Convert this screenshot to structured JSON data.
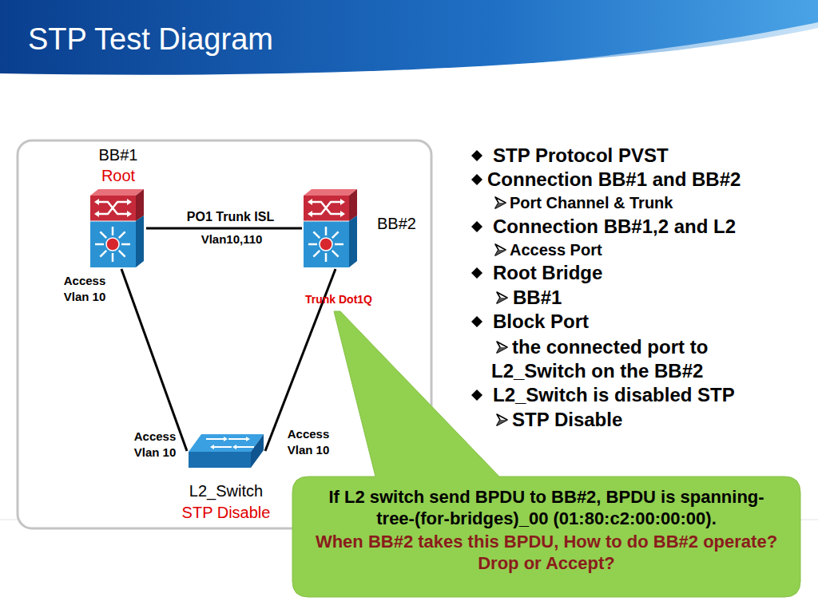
{
  "diagram": {
    "title": "STP Test Diagram",
    "nodes": [
      {
        "text": [
          "BB#1",
          "Root"
        ]
      },
      {
        "text": [
          "BB#2"
        ]
      },
      {
        "text": [
          "L2_Switch",
          "STP Disable"
        ]
      },
      {
        "text": [
          "If L2 switch send BPDU to BB#2, BPDU is spanning-tree-(for-bridges)_00 (01:80:c2:00:00:00).",
          "When BB#2 takes this BPDU, How to do BB#2 operate? Drop or Accept?"
        ]
      }
    ],
    "edges": [
      {
        "from": 0,
        "to": 1,
        "arrow": "none",
        "label": "PO1 Trunk ISL"
      },
      {
        "from": 0,
        "to": 2,
        "arrow": "none"
      },
      {
        "from": 1,
        "to": 2,
        "arrow": "none"
      }
    ],
    "labels": [
      "Vlan10,110",
      "Access Vlan 10",
      "Trunk Dot1Q",
      "Access Vlan 10",
      "Access Vlan 10",
      "STP Protocol PVST",
      "Connection BB#1 and BB#2",
      "Port Channel & Trunk",
      "Connection BB#1,2 and L2",
      "Access Port",
      "Root Bridge",
      "BB#1",
      "Block Port",
      "the connected port to L2_Switch on the BB#2",
      "L2_Switch is disabled STP",
      "STP Disable"
    ]
  }
}
